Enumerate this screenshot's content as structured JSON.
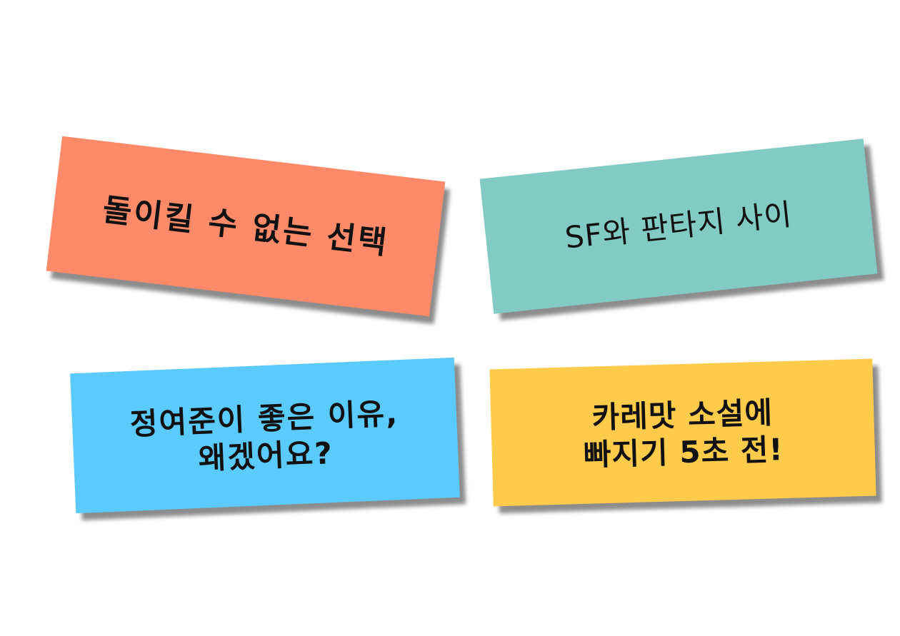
{
  "notes": [
    {
      "text_lines": [
        "돌이킬 수 없는 선택"
      ],
      "color": "#fe8a6a"
    },
    {
      "text_lines": [
        "SF와 판타지 사이"
      ],
      "color": "#82cbc4"
    },
    {
      "text_lines": [
        "정여준이 좋은 이유,",
        "왜겠어요?"
      ],
      "color": "#5bcbfe"
    },
    {
      "text_lines": [
        "카레맛 소설에",
        "빠지기 5초 전!"
      ],
      "color": "#fecb4a"
    }
  ]
}
